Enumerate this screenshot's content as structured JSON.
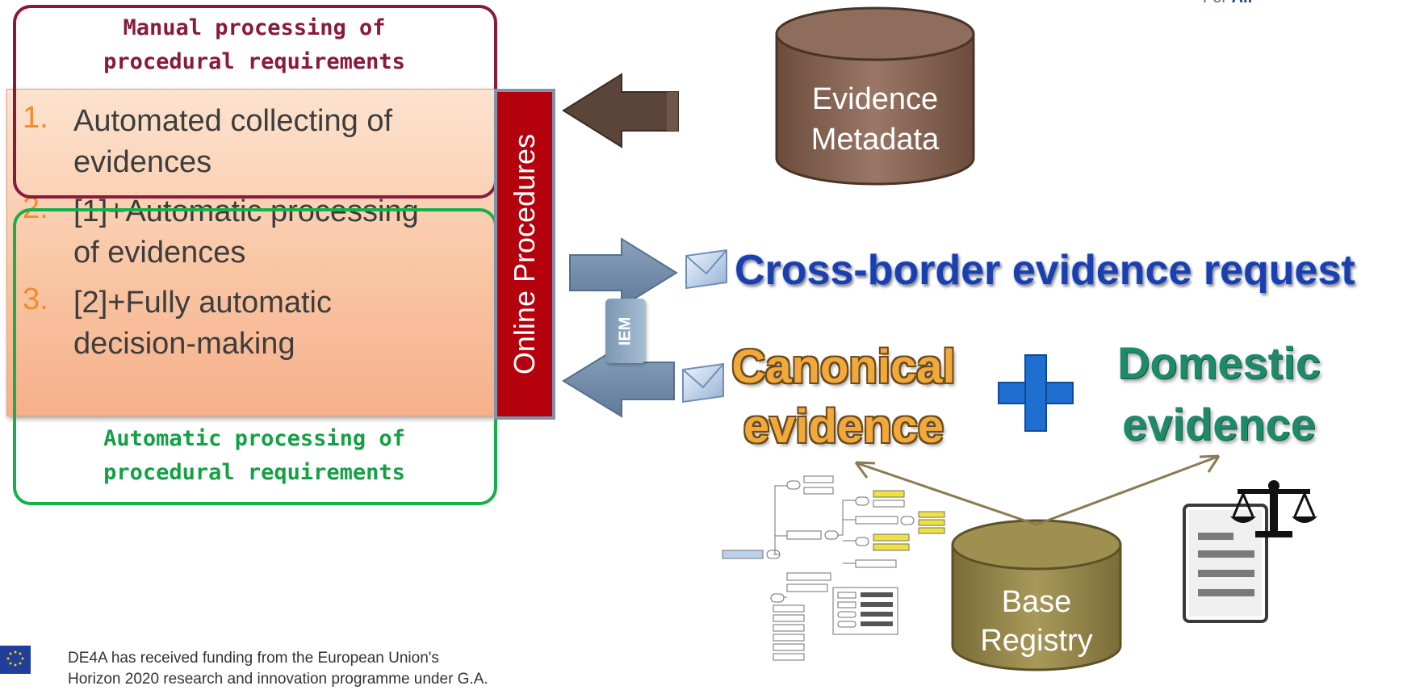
{
  "brand": {
    "prefix": "For",
    "suffix": "All"
  },
  "manual_box": {
    "title_line1": "Manual processing of",
    "title_line2": "procedural requirements"
  },
  "auto_box": {
    "title_line1": "Automatic processing of",
    "title_line2": "procedural requirements"
  },
  "maturity_levels": [
    {
      "number": "1.",
      "line1": "Automated collecting of",
      "line2": "evidences"
    },
    {
      "number": "2.",
      "line1": "[1]+Automatic processing",
      "line2": "of evidences"
    },
    {
      "number": "3.",
      "line1": "[2]+Fully automatic",
      "line2": "decision-making"
    }
  ],
  "online_procedures": "Online Procedures",
  "iem_label": "IEM",
  "evidence_metadata": {
    "line1": "Evidence",
    "line2": "Metadata"
  },
  "cross_border": "Cross-border evidence request",
  "canonical": {
    "line1": "Canonical",
    "line2": "evidence"
  },
  "domestic": {
    "line1": "Domestic",
    "line2": "evidence"
  },
  "base_registry": {
    "line1": "Base",
    "line2": "Registry"
  },
  "footer": {
    "line1": "DE4A has received funding from the European Union's",
    "line2": "Horizon 2020 research and innovation programme under G.A."
  },
  "icons": [
    "envelope-icon",
    "plus-icon",
    "scales-of-justice-icon",
    "document-icon",
    "eu-flag-icon",
    "xml-schema-diagram"
  ],
  "colors": {
    "maroon": "#8a1a3c",
    "green": "#16b04a",
    "orange_number": "#f28c28",
    "online_red": "#b5000d",
    "cross_border_blue": "#1b3fae",
    "canonical_orange": "#f2a93b",
    "domestic_teal": "#1f8a6a",
    "plus_blue": "#1e6fd0",
    "cylinder_brown": "#7a5a4a",
    "cylinder_olive": "#8c7d45"
  }
}
